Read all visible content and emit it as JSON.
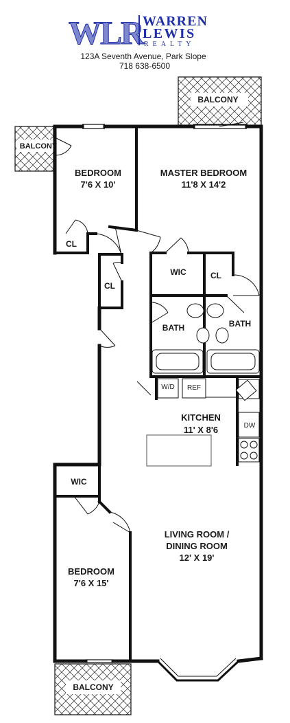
{
  "header": {
    "logo_mark": "WLR",
    "brand_line1": "WARREN",
    "brand_line2": "LEWIS",
    "brand_line3": "REALTY",
    "address": "123A Seventh Avenue, Park Slope",
    "phone": "718 638-6500",
    "brand_color": "#1f2fa8",
    "mark_color": "#7f88cf"
  },
  "rooms": {
    "balcony_top": "BALCONY",
    "balcony_left": "BALCONY",
    "balcony_bottom": "BALCONY",
    "bedroom1_name": "BEDROOM",
    "bedroom1_size": "7'6 X 10'",
    "master_name": "MASTER BEDROOM",
    "master_size": "11'8 X 14'2",
    "cl1": "CL",
    "cl2": "CL",
    "cl3": "CL",
    "wic1": "WIC",
    "wic2": "WIC",
    "bath1": "BATH",
    "bath2": "BATH",
    "wd": "W/D",
    "ref": "REF",
    "dw": "DW",
    "kitchen_name": "KITCHEN",
    "kitchen_size": "11' X 8'6",
    "living_line1": "LIVING ROOM /",
    "living_line2": "DINING ROOM",
    "living_size": "12' X 19'",
    "bedroom2_name": "BEDROOM",
    "bedroom2_size": "7'6 X 15'"
  }
}
